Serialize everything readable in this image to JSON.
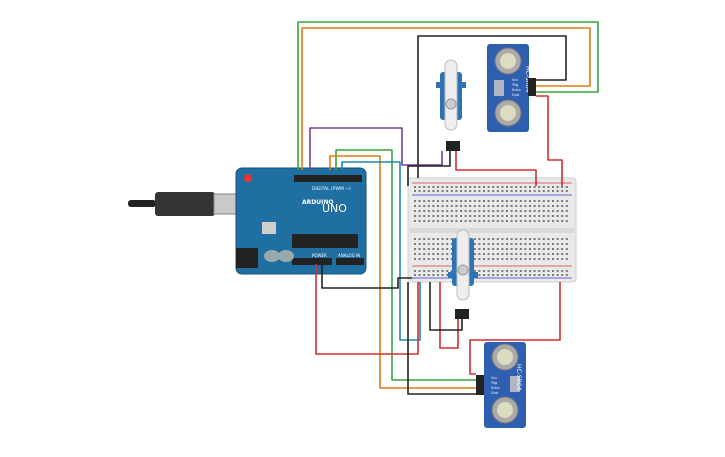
{
  "arduino": {
    "brand": "ARDUINO",
    "model": "UNO",
    "digital_label": "DIGITAL (PWM ~)",
    "power_label": "POWER",
    "analog_label": "ANALOG IN",
    "board_color": "#1f6fa3"
  },
  "sensors": {
    "model": "HC-SR04",
    "pins": [
      "Vcc",
      "Trig",
      "Echo",
      "Gnd"
    ],
    "color": "#2f5fb0"
  },
  "servos": {
    "color": "#2e74b5"
  },
  "wire_colors": {
    "red": "#d32f2f",
    "black": "#222222",
    "green": "#3aa53a",
    "orange": "#e07b16",
    "purple": "#7b3b9a",
    "teal": "#1e8aa8"
  }
}
